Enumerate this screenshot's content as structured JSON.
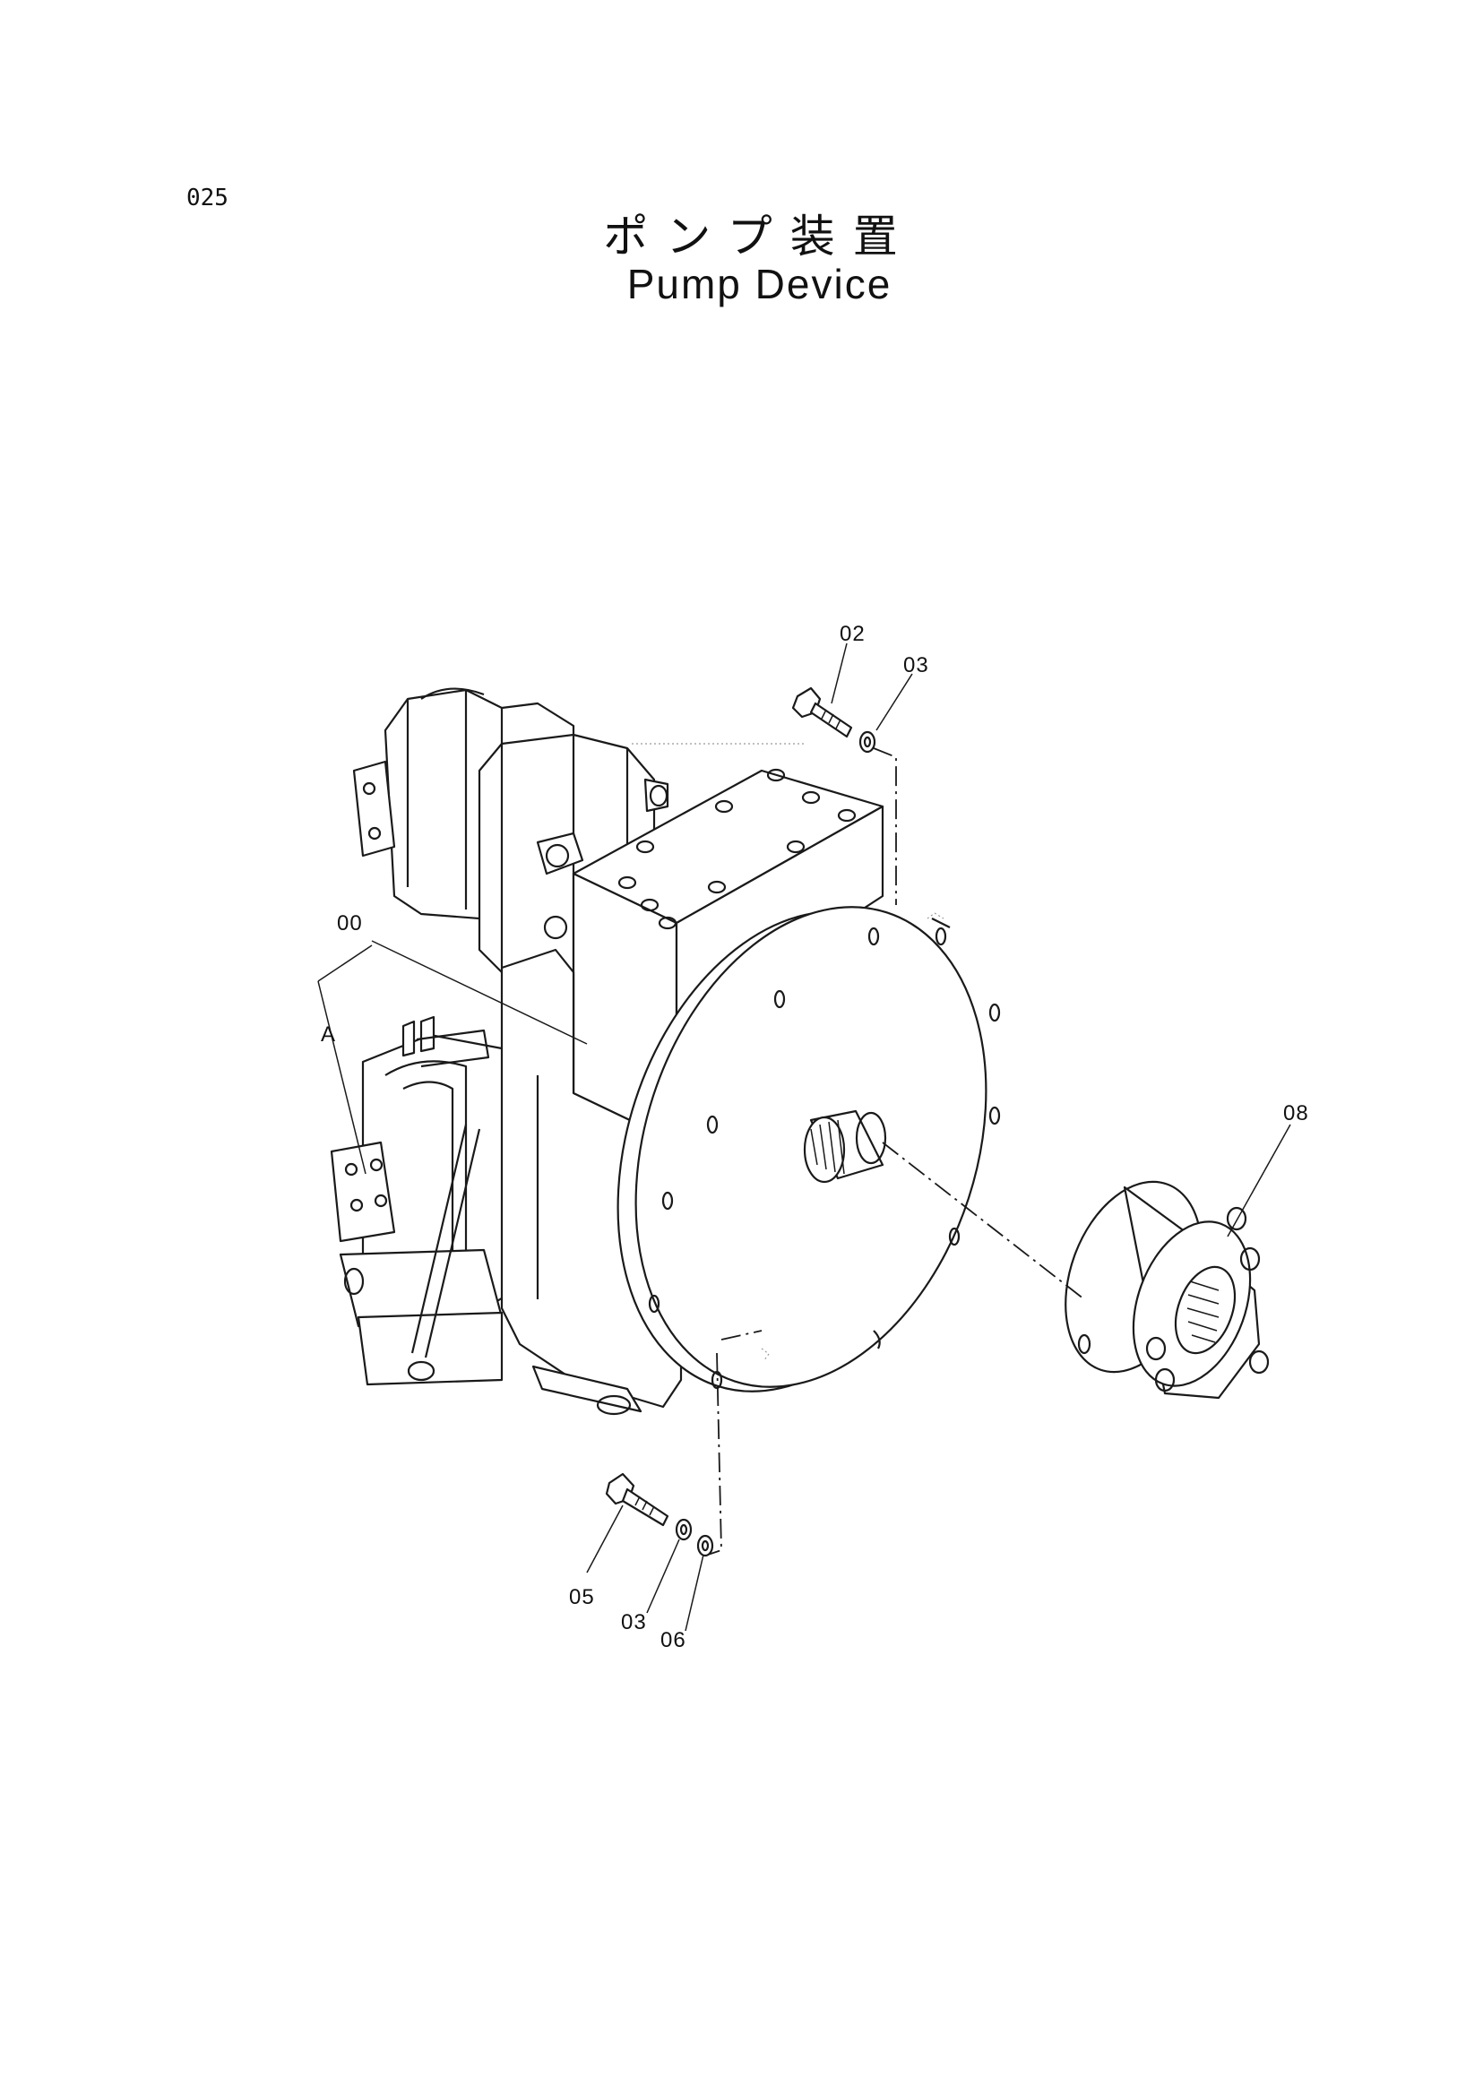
{
  "page": {
    "number": "025",
    "title_jp": "ポンプ装置",
    "title_en": "Pump Device"
  },
  "callouts": {
    "c00": "00",
    "cA": "A",
    "c02": "02",
    "c03_top": "03",
    "c08": "08",
    "c05": "05",
    "c03_bottom": "03",
    "c06": "06"
  }
}
